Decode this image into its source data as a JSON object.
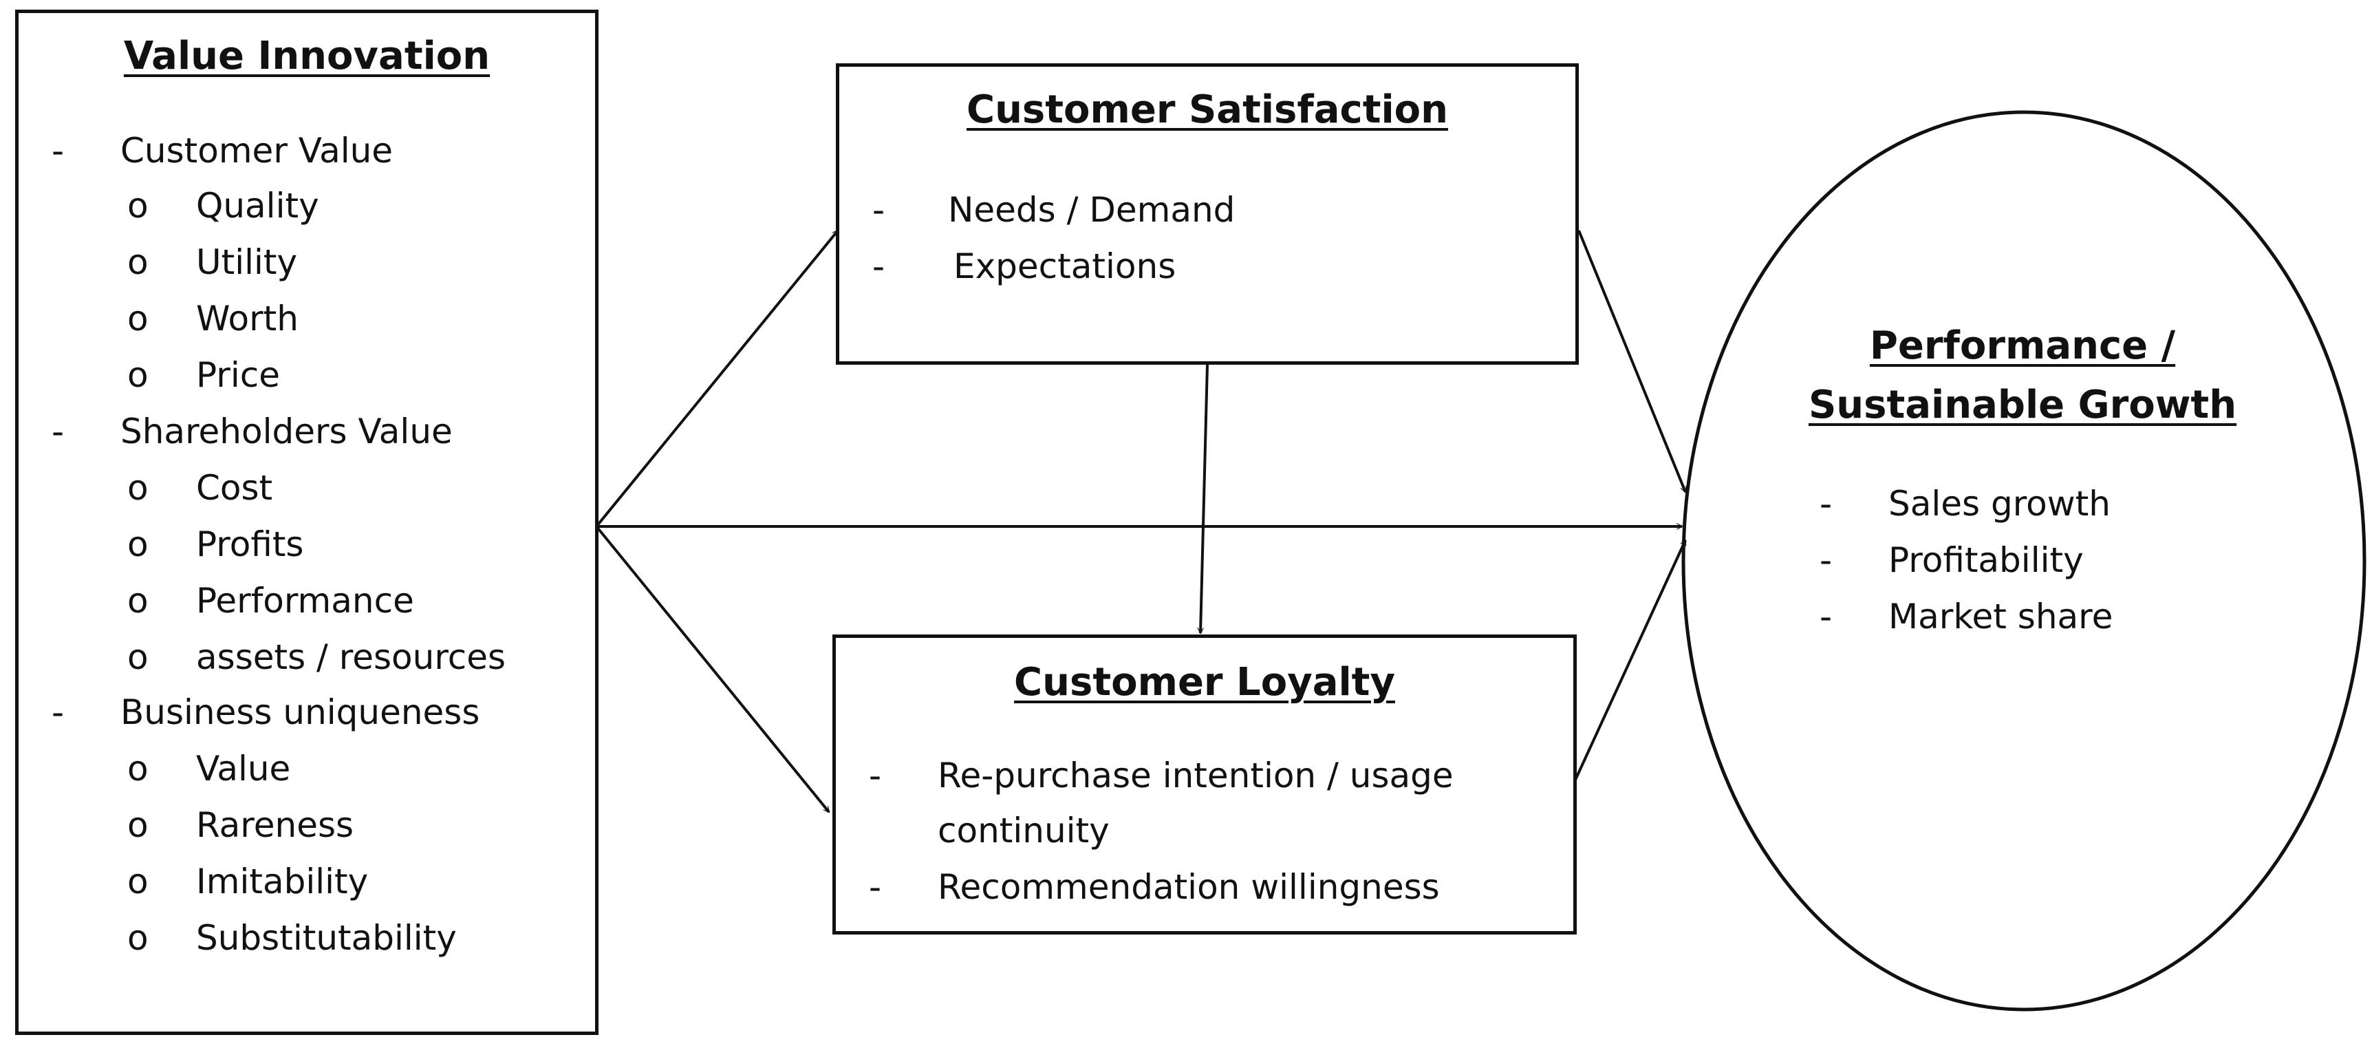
{
  "value_innovation": {
    "title": "Value Innovation",
    "groups": [
      {
        "label": "Customer Value",
        "items": [
          "Quality",
          "Utility",
          "Worth",
          "Price"
        ]
      },
      {
        "label": "Shareholders Value",
        "items": [
          "Cost",
          "Profits",
          "Performance",
          "assets / resources"
        ]
      },
      {
        "label": "Business uniqueness",
        "items": [
          "Value",
          "Rareness",
          "Imitability",
          "Substitutability"
        ]
      }
    ]
  },
  "customer_satisfaction": {
    "title": "Customer Satisfaction",
    "items": [
      "Needs / Demand",
      "Expectations"
    ]
  },
  "customer_loyalty": {
    "title": "Customer Loyalty",
    "items": [
      "Re-purchase intention / usage continuity",
      "Recommendation willingness"
    ],
    "item_lines": [
      [
        "Re-purchase intention / usage",
        "continuity"
      ],
      [
        "Recommendation willingness"
      ]
    ]
  },
  "performance": {
    "title_line1": "Performance /",
    "title_line2": "Sustainable Growth",
    "items": [
      "Sales growth",
      "Profitability",
      "Market share"
    ]
  },
  "marks": {
    "dash": "-",
    "circle": "o"
  },
  "colors": {
    "line": "#111111",
    "background": "#ffffff"
  }
}
